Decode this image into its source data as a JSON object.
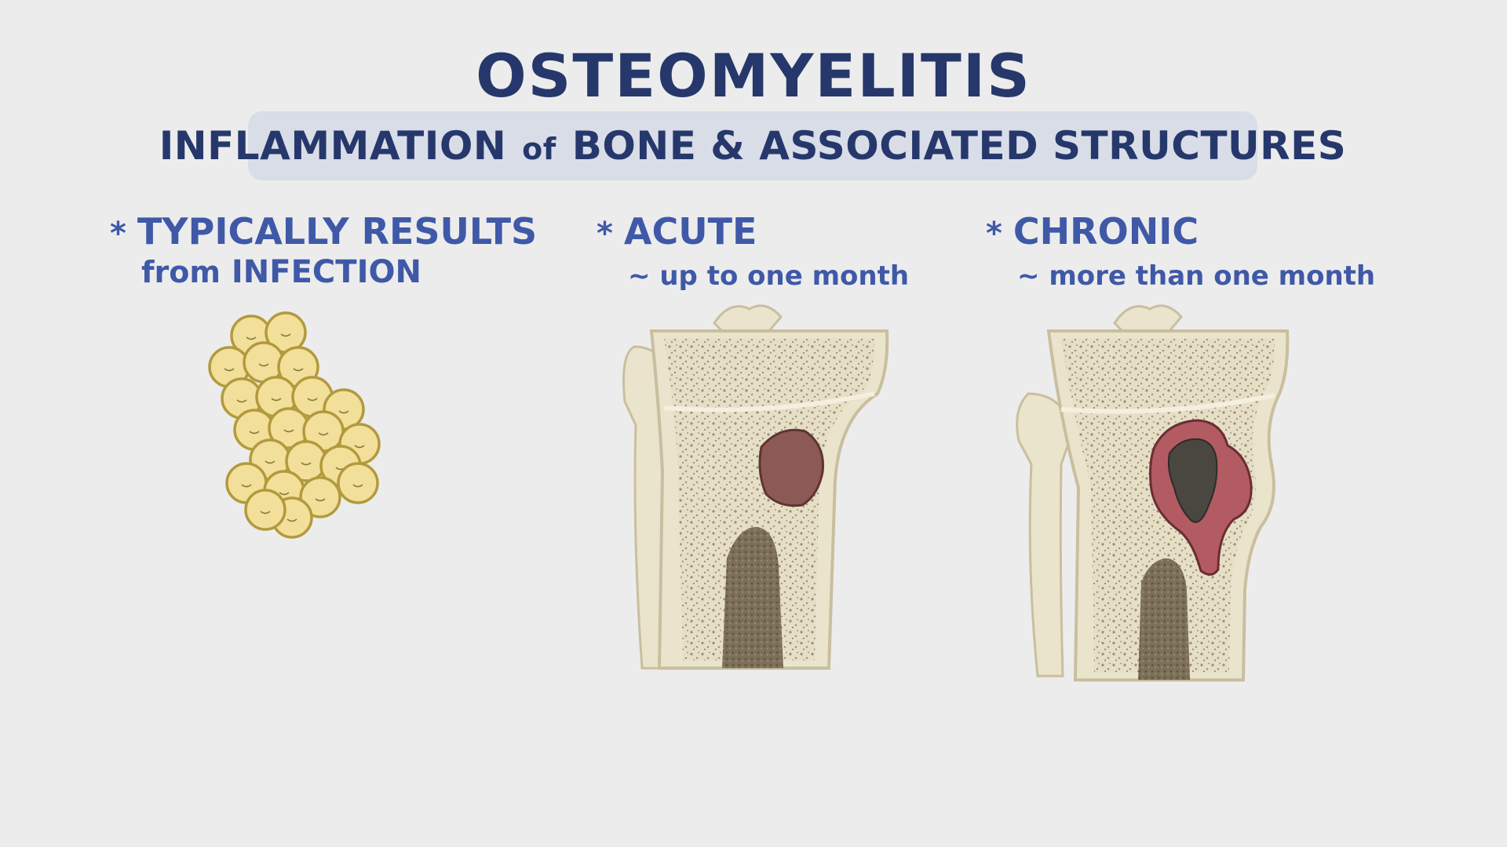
{
  "title": "OSTEOMYELITIS",
  "subtitle": {
    "part1": "INFLAMMATION",
    "connector": "of",
    "part2": "BONE & ASSOCIATED STRUCTURES"
  },
  "points": [
    {
      "marker": "*",
      "heading": "TYPICALLY RESULTS",
      "line2_lower": "from",
      "line2_upper": "INFECTION"
    },
    {
      "marker": "*",
      "heading": "ACUTE",
      "detail": "~ up to one month"
    },
    {
      "marker": "*",
      "heading": "CHRONIC",
      "detail": "~ more than one month"
    }
  ],
  "colors": {
    "title": "#26386b",
    "subtitle_bg": "#d9dde8",
    "bullet_text": "#3f59a8",
    "background": "#ececec",
    "bacteria": "#f2df9a",
    "bone": "#ebe4cc",
    "lesion_acute": "#8c5a55",
    "lesion_chronic": "#b35b62",
    "sequestrum": "#4a4640"
  },
  "icons": [
    "bacteria-cluster-icon",
    "acute-bone-lesion-icon",
    "chronic-bone-lesion-icon"
  ]
}
